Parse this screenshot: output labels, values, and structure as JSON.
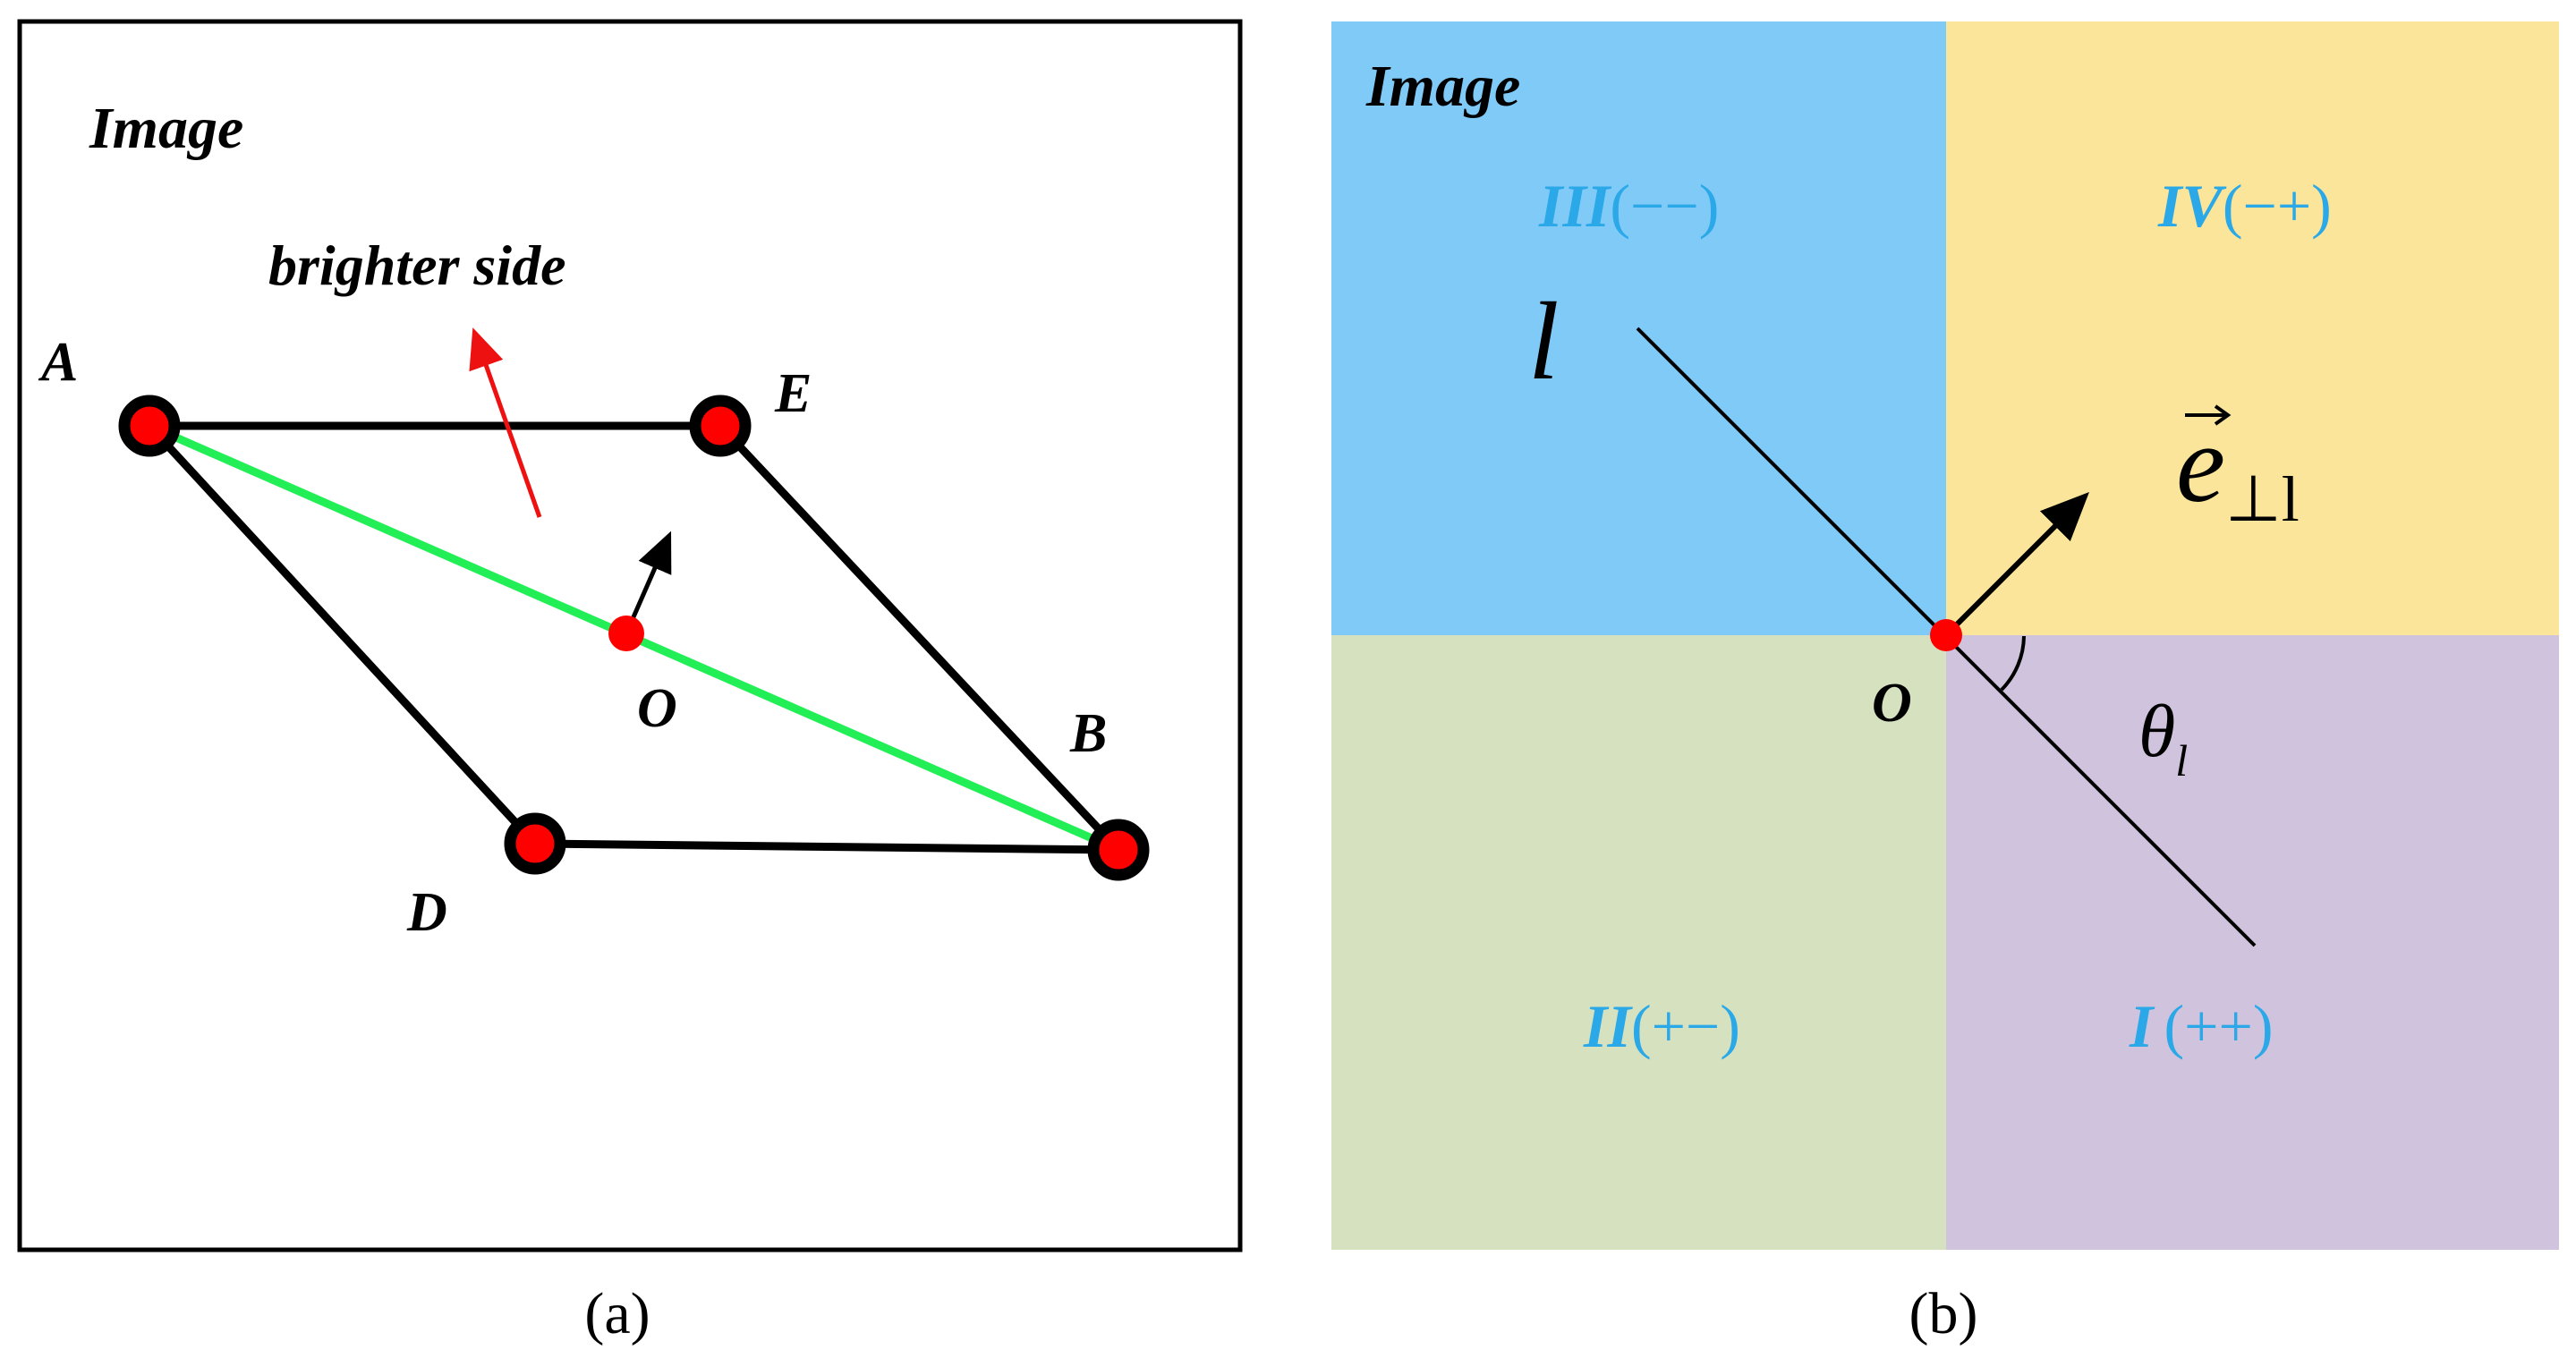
{
  "panel_a": {
    "image_label": "Image",
    "brighter_side_label": "brighter side",
    "point_labels": {
      "A": "A",
      "E": "E",
      "B": "B",
      "D": "D",
      "O": "O"
    },
    "caption": "(a)",
    "colors": {
      "edge": "#000000",
      "diagonal": "#22ee55",
      "point": "#ff0000",
      "arrow_bright": "#ee1111"
    }
  },
  "panel_b": {
    "image_label": "Image",
    "line_label": "l",
    "vector_symbol": "e",
    "vector_subscript": "⊥l",
    "origin_label": "O",
    "angle_symbol": "θ",
    "angle_subscript": "l",
    "quadrants": {
      "III": {
        "numeral": "III",
        "signs": "(−−)"
      },
      "IV": {
        "numeral": "IV",
        "signs": "(−+)"
      },
      "II": {
        "numeral": "II",
        "signs": "(+−)"
      },
      "I": {
        "numeral": "I",
        "signs": "(++)"
      }
    },
    "caption": "(b)",
    "colors": {
      "q3": "#80caf8",
      "q4": "#fae59a",
      "q2": "#d6e2bf",
      "q1": "#d0c3dd",
      "label": "#2aa8e8"
    }
  }
}
